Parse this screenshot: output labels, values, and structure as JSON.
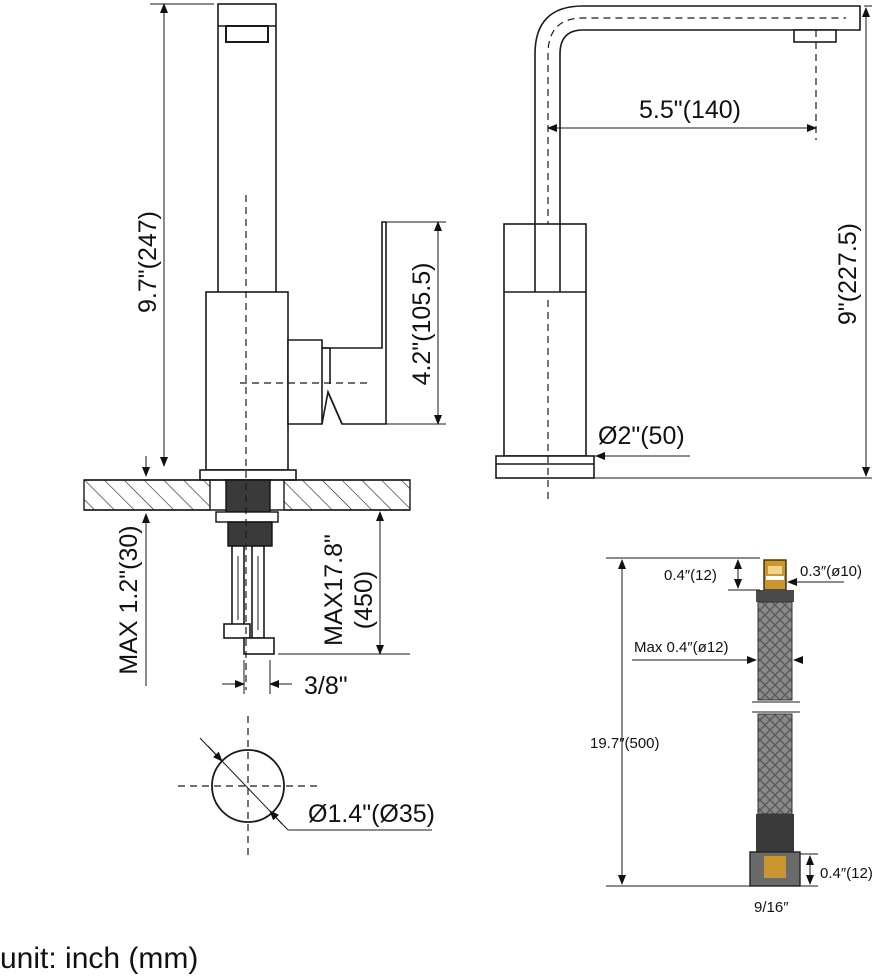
{
  "front_view": {
    "height_label": "9.7\"(247)",
    "handle_label": "4.2\"(105.5)",
    "max_thickness_label": "MAX 1.2\"(30)",
    "max_hose_label_1": "MAX17.8\"",
    "max_hose_label_2": "(450)",
    "thread_label": "3/8\""
  },
  "side_view": {
    "reach_label": "5.5\"(140)",
    "height_label": "9\"(227.5)",
    "base_label": "Ø2\"(50)"
  },
  "hole": {
    "diameter_label": "Ø1.4\"(Ø35)"
  },
  "hose": {
    "top_length_label": "0.4″(12)",
    "top_diameter_label": "0.3″(ø10)",
    "max_diameter_label": "Max 0.4″(ø12)",
    "total_length_label": "19.7″(500)",
    "bottom_length_label": "0.4″(12)",
    "nut_size_label": "9/16″"
  },
  "unit_note": "unit: inch (mm)"
}
